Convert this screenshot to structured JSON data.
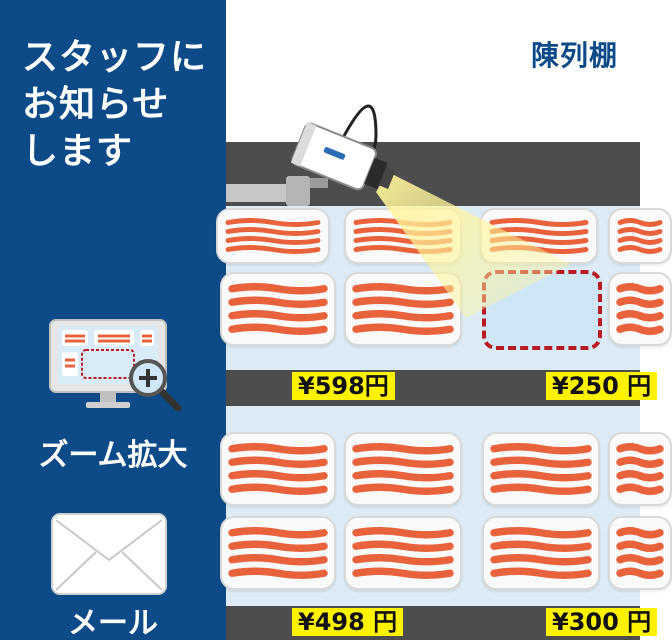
{
  "notice": {
    "headline_lines": [
      "スタッフに",
      "お知らせ",
      "します"
    ]
  },
  "zoom": {
    "label": "ズーム拡大",
    "icon": "monitor-magnifier-icon"
  },
  "mail": {
    "label": "メール",
    "icon": "envelope-icon"
  },
  "scene": {
    "shelf_label": "陳列棚",
    "camera_icon": "security-camera-icon",
    "prices": [
      "¥598円",
      "¥250 円",
      "¥498 円",
      "¥300 円"
    ]
  },
  "colors": {
    "panel_blue": "#0d4b88",
    "price_tag": "#fff200",
    "empty_marker": "#b81c22",
    "bacon": "#e8633c"
  }
}
